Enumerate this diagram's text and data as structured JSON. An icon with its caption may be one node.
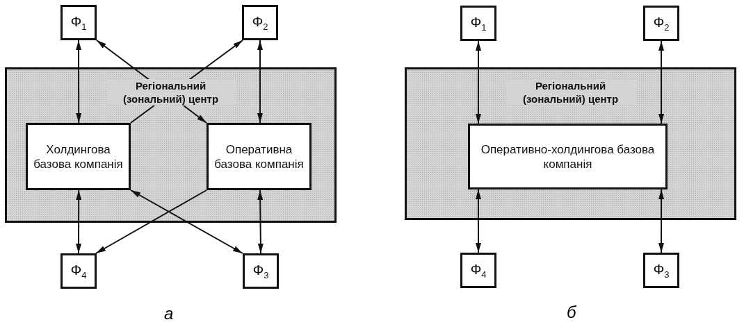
{
  "diagram": {
    "nodes": [
      {
        "text": [
          "Ф$_{1}$"
        ]
      },
      {
        "text": [
          "Ф$_{2}$"
        ]
      },
      {
        "text": [
          "Регіональний (зональний) центр"
        ]
      },
      {
        "text": [
          "Холдингова базова компанія"
        ],
        "in": 2
      },
      {
        "text": [
          "Оперативна базова компанія"
        ],
        "in": 2
      },
      {
        "text": [
          "Ф$_{4}$"
        ]
      },
      {
        "text": [
          "Ф$_{3}$"
        ]
      },
      {
        "text": [
          "Ф$_{1}$"
        ]
      },
      {
        "text": [
          "Ф$_{2}$"
        ]
      },
      {
        "text": [
          "Регіональний (зональний) центр"
        ]
      },
      {
        "text": [
          "Оперативно-холдингова базова компанія"
        ],
        "in": 9
      },
      {
        "text": [
          "Ф$_{4}$"
        ]
      },
      {
        "text": [
          "Ф$_{3}$"
        ]
      }
    ],
    "edges": [
      {
        "from": 0,
        "to": 3,
        "arrow": "both"
      },
      {
        "from": 1,
        "to": 4,
        "arrow": "both"
      },
      {
        "from": 3,
        "to": 1,
        "arrow": "to"
      },
      {
        "from": 4,
        "to": 0,
        "arrow": "both"
      },
      {
        "from": 3,
        "to": 5,
        "arrow": "both"
      },
      {
        "from": 4,
        "to": 6,
        "arrow": "both"
      },
      {
        "from": 4,
        "to": 5,
        "arrow": "to"
      },
      {
        "from": 3,
        "to": 6,
        "arrow": "both"
      },
      {
        "from": 7,
        "to": 10,
        "arrow": "both"
      },
      {
        "from": 8,
        "to": 10,
        "arrow": "both"
      },
      {
        "from": 10,
        "to": 11,
        "arrow": "both"
      },
      {
        "from": 10,
        "to": 12,
        "arrow": "both"
      }
    ],
    "labels": [
      "а",
      "б"
    ]
  }
}
